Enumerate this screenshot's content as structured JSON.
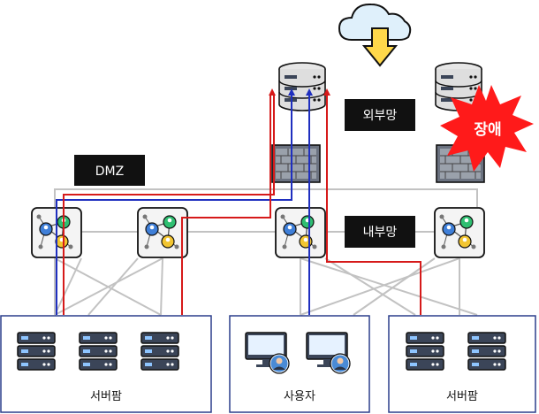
{
  "labels": {
    "dmz": "DMZ",
    "external_network": "외부망",
    "internal_network": "내부망",
    "failure": "장애"
  },
  "zones": {
    "server_farm_left": "서버팜",
    "users": "사용자",
    "server_farm_right": "서버팜"
  },
  "colors": {
    "blue_path": "#1f2fbf",
    "red_path": "#d61a1a",
    "gray_link": "#bdbdbd",
    "dark_label": "#111111",
    "failure_burst": "#ff1a1a",
    "cloud": "#dff0fb",
    "download_arrow": "#ffd84a",
    "zone_border": "#2c3e8c"
  },
  "icons": [
    "cloud-download-icon",
    "database-server-icon",
    "firewall-icon",
    "network-switch-icon",
    "server-rack-icon",
    "user-workstation-icon",
    "failure-burst-icon"
  ]
}
